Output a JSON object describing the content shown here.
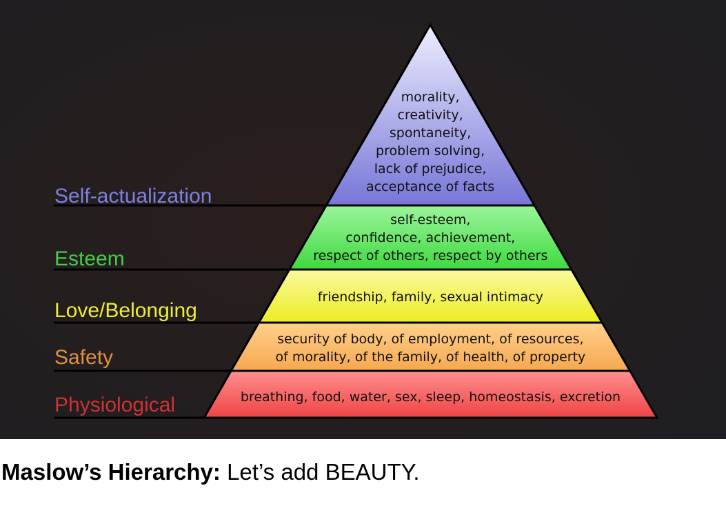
{
  "diagram": {
    "levels": [
      {
        "name": "Self-actualization",
        "color": "#7f7fe0",
        "fill_top": "#eeeeff",
        "fill_bottom": "#7676d8",
        "description": [
          "morality,",
          "creativity,",
          "spontaneity,",
          "problem solving,",
          "lack of prejudice,",
          "acceptance of facts"
        ]
      },
      {
        "name": "Esteem",
        "color": "#44cc44",
        "fill_top": "#9bf59b",
        "fill_bottom": "#3fd93f",
        "description": [
          "self-esteem,",
          "confidence, achievement,",
          "respect of others, respect by others"
        ]
      },
      {
        "name": "Love/Belonging",
        "color": "#eeee33",
        "fill_top": "#fafaa0",
        "fill_bottom": "#eded22",
        "description": [
          "friendship, family, sexual intimacy"
        ]
      },
      {
        "name": "Safety",
        "color": "#e0913c",
        "fill_top": "#ffd08c",
        "fill_bottom": "#f5a850",
        "description": [
          "security of body, of employment, of resources,",
          "of morality, of the family, of health, of property"
        ]
      },
      {
        "name": "Physiological",
        "color": "#cc3333",
        "fill_top": "#ff8f8f",
        "fill_bottom": "#ee4444",
        "description": [
          "breathing, food, water, sex, sleep, homeostasis, excretion"
        ]
      }
    ]
  },
  "caption": {
    "bold": "Maslow’s Hierarchy:",
    "rest": " Let’s add BEAUTY."
  }
}
